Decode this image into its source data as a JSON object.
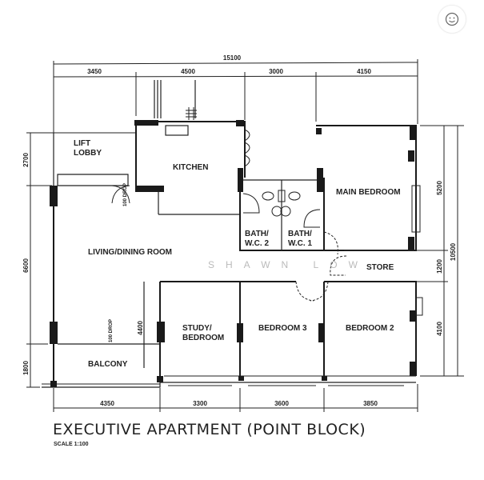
{
  "title": "EXECUTIVE APARTMENT (POINT BLOCK)",
  "scale": "SCALE 1:100",
  "watermark": "SHAWN LOW",
  "rooms": {
    "lift_lobby_1": "LIFT",
    "lift_lobby_2": "LOBBY",
    "kitchen": "KITCHEN",
    "bath2_1": "BATH/",
    "bath2_2": "W.C. 2",
    "bath1_1": "BATH/",
    "bath1_2": "W.C. 1",
    "main_bedroom": "MAIN BEDROOM",
    "store": "STORE",
    "living": "LIVING/DINING ROOM",
    "study_1": "STUDY/",
    "study_2": "BEDROOM",
    "bedroom3": "BEDROOM 3",
    "bedroom2": "BEDROOM 2",
    "balcony": "BALCONY",
    "drop_1": "100 DROP",
    "drop_2": "100 DROP"
  },
  "dimensions": {
    "top_total": "15100",
    "top": [
      "3450",
      "4500",
      "3000",
      "4150"
    ],
    "bottom": [
      "4350",
      "3300",
      "3600",
      "3850"
    ],
    "left": [
      "2700",
      "6600",
      "1800"
    ],
    "inner_left": "4400",
    "right": [
      "5200",
      "1200",
      "4100"
    ],
    "right_total": "10500"
  },
  "icons": {
    "emoji": "smiley-face-icon"
  }
}
